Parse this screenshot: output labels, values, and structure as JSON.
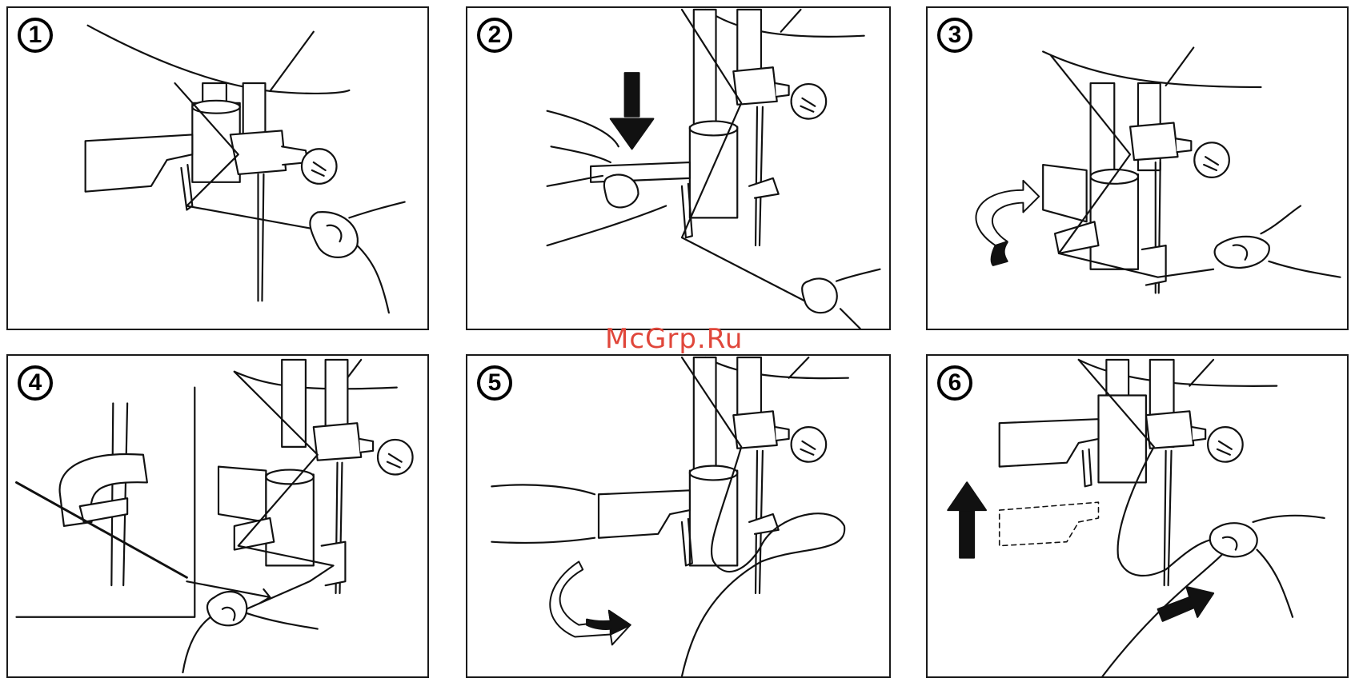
{
  "watermark": "McGrp.Ru",
  "steps": [
    {
      "number": "1"
    },
    {
      "number": "2"
    },
    {
      "number": "3"
    },
    {
      "number": "4"
    },
    {
      "number": "5"
    },
    {
      "number": "6"
    }
  ]
}
